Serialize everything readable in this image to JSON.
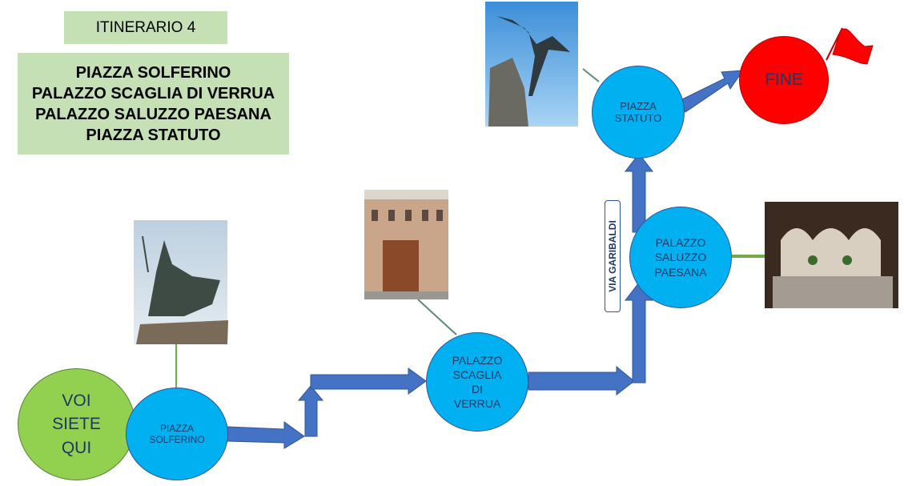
{
  "header": {
    "itinerary": "ITINERARIO 4",
    "stops": "PIAZZA SOLFERINO\nPALAZZO SCAGLIA DI VERRUA\nPALAZZO SALUZZO PAESANA\nPIAZZA STATUTO"
  },
  "nodes": {
    "start": "VOI\nSIETE\nQUI",
    "solferino": "PIAZZA\nSOLFERINO",
    "scaglia": "PALAZZO\nSCAGLIA\nDI\nVERRUA",
    "saluzzo": "PALAZZO\nSALUZZO\nPAESANA",
    "statuto": "PIAZZA\nSTATUTO",
    "end": "FINE"
  },
  "street_label": "VIA GARIBALDI",
  "colors": {
    "green": "#92d050",
    "cyan": "#00b0f0",
    "red": "#ff0000",
    "arrow": "#4472c4",
    "box": "#c5e0b4"
  }
}
